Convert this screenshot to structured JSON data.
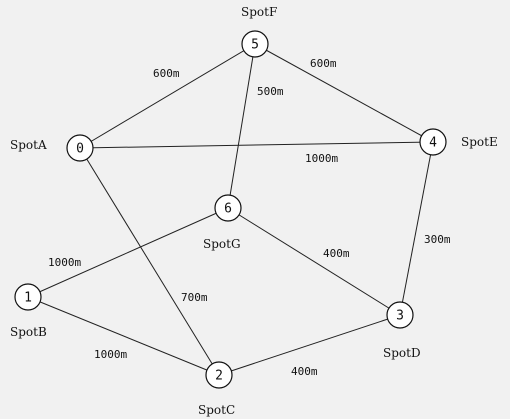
{
  "graph": {
    "nodes": [
      {
        "id": "0",
        "name": "SpotA"
      },
      {
        "id": "1",
        "name": "SpotB"
      },
      {
        "id": "2",
        "name": "SpotC"
      },
      {
        "id": "3",
        "name": "SpotD"
      },
      {
        "id": "4",
        "name": "SpotE"
      },
      {
        "id": "5",
        "name": "SpotF"
      },
      {
        "id": "6",
        "name": "SpotG"
      }
    ],
    "edges": [
      {
        "from": "0",
        "to": "5",
        "label": "600m"
      },
      {
        "from": "5",
        "to": "4",
        "label": "600m"
      },
      {
        "from": "5",
        "to": "6",
        "label": "500m"
      },
      {
        "from": "0",
        "to": "4",
        "label": "1000m"
      },
      {
        "from": "4",
        "to": "3",
        "label": "300m"
      },
      {
        "from": "6",
        "to": "1",
        "label": "1000m"
      },
      {
        "from": "6",
        "to": "3",
        "label": "400m"
      },
      {
        "from": "0",
        "to": "2",
        "label": "700m"
      },
      {
        "from": "1",
        "to": "2",
        "label": "1000m"
      },
      {
        "from": "2",
        "to": "3",
        "label": "400m"
      }
    ]
  }
}
